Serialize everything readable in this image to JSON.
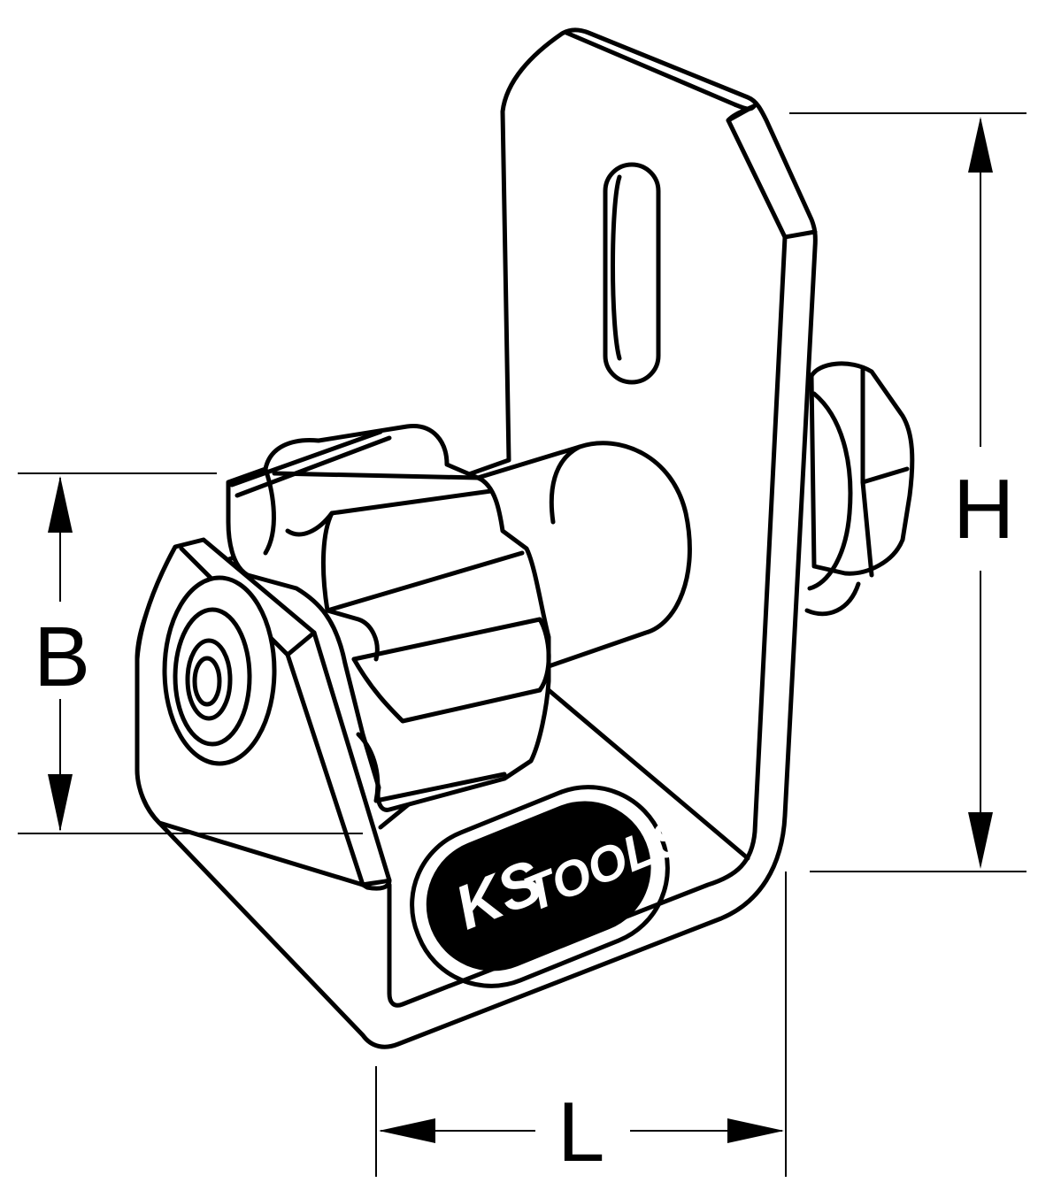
{
  "dimensions": {
    "height_label": "H",
    "base_label": "B",
    "length_label": "L"
  },
  "logo": {
    "brand_ks": "KS",
    "brand_tools": "TOOLS",
    "registered_mark": "®"
  },
  "colors": {
    "line": "#000000",
    "background": "#ffffff"
  }
}
